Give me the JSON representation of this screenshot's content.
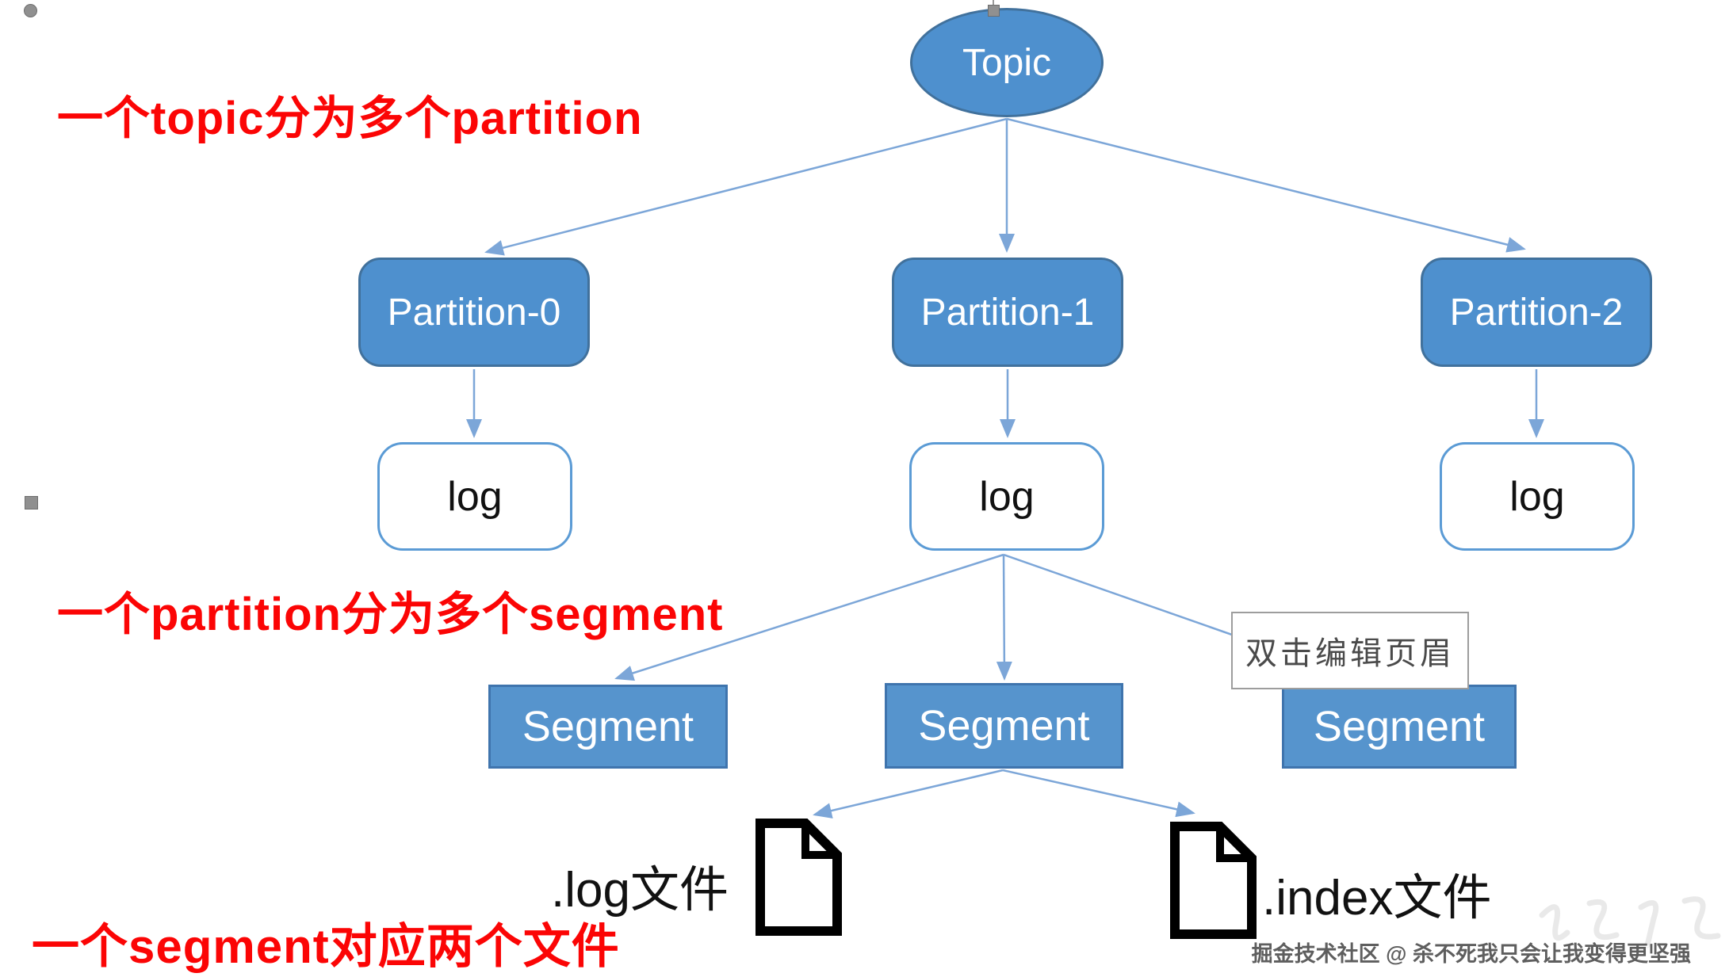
{
  "colors": {
    "node_fill": "#4E90CE",
    "node_border": "#41719C",
    "log_border": "#5B9BD5",
    "segment_fill": "#5694CD",
    "segment_border": "#3F74AD",
    "arrow": "#7CA6D8",
    "annotation_red": "#FB0505",
    "tooltip_border": "#9D9D9D",
    "tooltip_text": "#4A4A4A",
    "watermark_gray": "#5E5E5E",
    "handle_gray": "#909090"
  },
  "diagram": {
    "topic": {
      "label": "Topic"
    },
    "partitions": [
      {
        "label": "Partition-0"
      },
      {
        "label": "Partition-1"
      },
      {
        "label": "Partition-2"
      }
    ],
    "logs": [
      {
        "label": "log"
      },
      {
        "label": "log"
      },
      {
        "label": "log"
      }
    ],
    "segments": [
      {
        "label": "Segment"
      },
      {
        "label": "Segment"
      },
      {
        "label": "Segment"
      }
    ],
    "files": [
      {
        "label": ".log文件",
        "icon": "document-icon"
      },
      {
        "label": ".index文件",
        "icon": "document-icon"
      }
    ]
  },
  "annotations": [
    {
      "text": "一个topic分为多个partition"
    },
    {
      "text": "一个partition分为多个segment"
    },
    {
      "text": "一个segment对应两个文件"
    }
  ],
  "tooltip": {
    "text": "双击编辑页眉"
  },
  "watermark": {
    "text": "掘金技术社区 @ 杀不死我只会让我变得更坚强"
  }
}
